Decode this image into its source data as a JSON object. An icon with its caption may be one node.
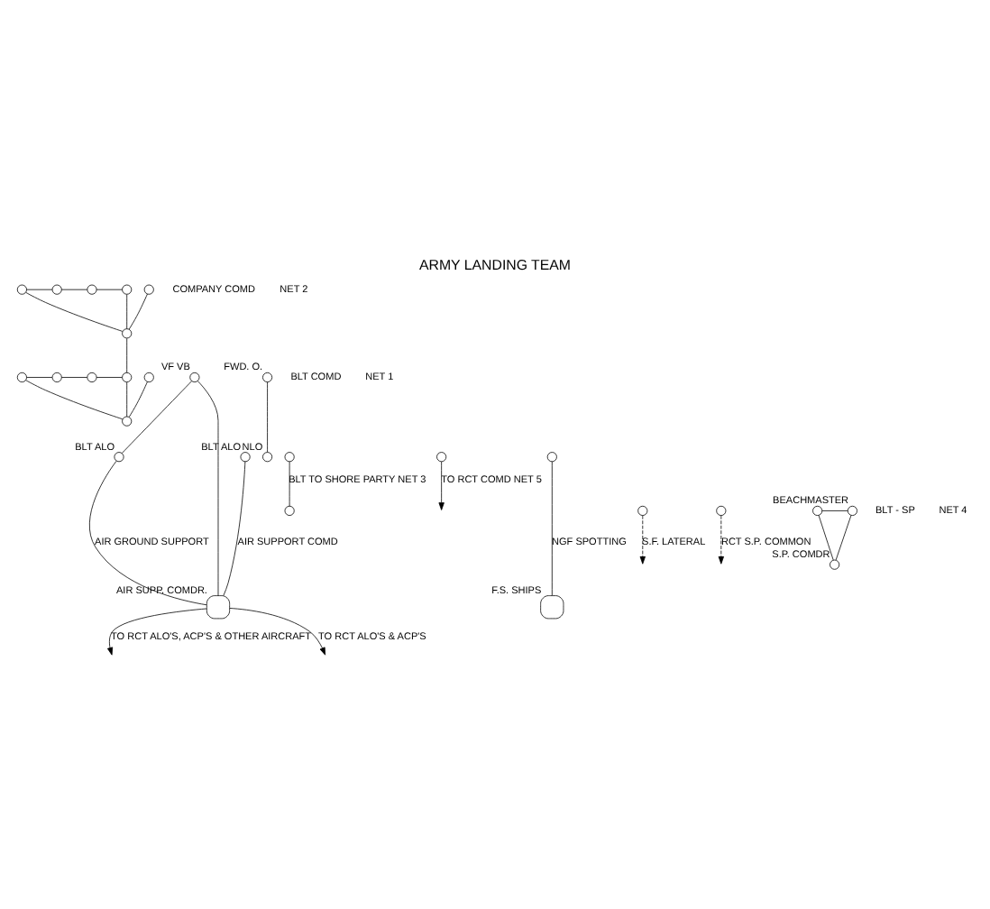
{
  "diagram": {
    "title": "ARMY LANDING TEAM",
    "nodes": [
      {
        "text": [],
        "shape": "circle"
      },
      {
        "text": [],
        "shape": "circle"
      },
      {
        "text": [],
        "shape": "circle"
      },
      {
        "text": [],
        "shape": "circle"
      },
      {
        "text": [],
        "shape": "circle"
      },
      {
        "text": [],
        "shape": "circle"
      },
      {
        "text": [],
        "shape": "circle"
      },
      {
        "text": [],
        "shape": "circle"
      },
      {
        "text": [],
        "shape": "circle"
      },
      {
        "text": [],
        "shape": "circle"
      },
      {
        "text": [],
        "shape": "circle"
      },
      {
        "text": [],
        "shape": "circle"
      },
      {
        "text": [],
        "shape": "circle",
        "beside": [
          "VF VB"
        ]
      },
      {
        "text": [],
        "shape": "circle",
        "beside": [
          "BLT ALO"
        ]
      },
      {
        "text": [],
        "shape": "circle",
        "beside": [
          "BLT ALO"
        ]
      },
      {
        "text": [],
        "shape": "circle"
      },
      {
        "text": [],
        "shape": "circle"
      },
      {
        "text": [],
        "shape": "circle"
      },
      {
        "text": [],
        "shape": "circle"
      },
      {
        "text": [],
        "shape": "circle",
        "beside": [
          "NLO"
        ]
      },
      {
        "text": [],
        "shape": "circle",
        "beside": [
          "FWD. O."
        ]
      },
      {
        "text": [],
        "shape": "circle"
      },
      {
        "text": [],
        "shape": "circle"
      },
      {
        "text": [],
        "shape": "circle"
      },
      {
        "text": [],
        "shape": "circle",
        "beside": [
          "BEACHMASTER"
        ]
      },
      {
        "text": [],
        "shape": "circle",
        "beside": [
          "S.P. COMDR"
        ]
      },
      {
        "text": [],
        "shape": "box",
        "beside": [
          "AIR SUPP. COMDR."
        ]
      },
      {
        "text": [],
        "shape": "box",
        "beside": [
          "F.S. SHIPS"
        ]
      }
    ],
    "edges": [
      {
        "from": 0,
        "to": 1,
        "arrow": "none"
      },
      {
        "from": 1,
        "to": 2,
        "arrow": "none"
      },
      {
        "from": 2,
        "to": 3,
        "arrow": "none"
      },
      {
        "from": 0,
        "to": 4,
        "arrow": "none"
      },
      {
        "from": 3,
        "to": 4,
        "arrow": "none"
      },
      {
        "from": 5,
        "to": 4,
        "arrow": "none"
      },
      {
        "from": 4,
        "to": 9,
        "arrow": "none"
      },
      {
        "from": 6,
        "to": 7,
        "arrow": "none"
      },
      {
        "from": 7,
        "to": 8,
        "arrow": "none"
      },
      {
        "from": 8,
        "to": 9,
        "arrow": "none"
      },
      {
        "from": 6,
        "to": 11,
        "arrow": "none"
      },
      {
        "from": 9,
        "to": 11,
        "arrow": "none"
      },
      {
        "from": 10,
        "to": 11,
        "arrow": "none"
      },
      {
        "from": 12,
        "to": 13,
        "arrow": "none"
      },
      {
        "from": 12,
        "to": 26,
        "arrow": "none"
      },
      {
        "from": 13,
        "to": 26,
        "arrow": "none",
        "label": "AIR GROUND SUPPORT"
      },
      {
        "from": 14,
        "to": 26,
        "arrow": "none",
        "label": "AIR SUPPORT COMD"
      },
      {
        "from": 26,
        "to": null,
        "arrow": "to",
        "label": "TO RCT ALO'S, ACP'S & OTHER AIRCRAFT"
      },
      {
        "from": 26,
        "to": null,
        "arrow": "to",
        "label": "TO RCT ALO'S & ACP'S"
      },
      {
        "from": 15,
        "to": 16,
        "arrow": "none",
        "label": "BLT TO SHORE PARTY NET 3"
      },
      {
        "from": 17,
        "to": null,
        "arrow": "to",
        "label": "TO RCT COMD NET 5"
      },
      {
        "from": 21,
        "to": null,
        "arrow": "to",
        "style": "dashed",
        "label": "S.F. LATERAL"
      },
      {
        "from": 22,
        "to": null,
        "arrow": "to",
        "style": "dashed",
        "label": "RCT S.P. COMMON"
      },
      {
        "from": 23,
        "to": 24,
        "arrow": "none"
      },
      {
        "from": 23,
        "to": 25,
        "arrow": "none"
      },
      {
        "from": 24,
        "to": 25,
        "arrow": "none"
      },
      {
        "from": 18,
        "to": 27,
        "arrow": "none",
        "label": "NGF SPOTTING"
      },
      {
        "from": 20,
        "to": 19,
        "arrow": "none"
      }
    ],
    "labels": [
      "COMPANY COMD",
      "NET 2",
      "BLT COMD",
      "NET 1",
      "BLT - SP",
      "NET 4"
    ]
  }
}
